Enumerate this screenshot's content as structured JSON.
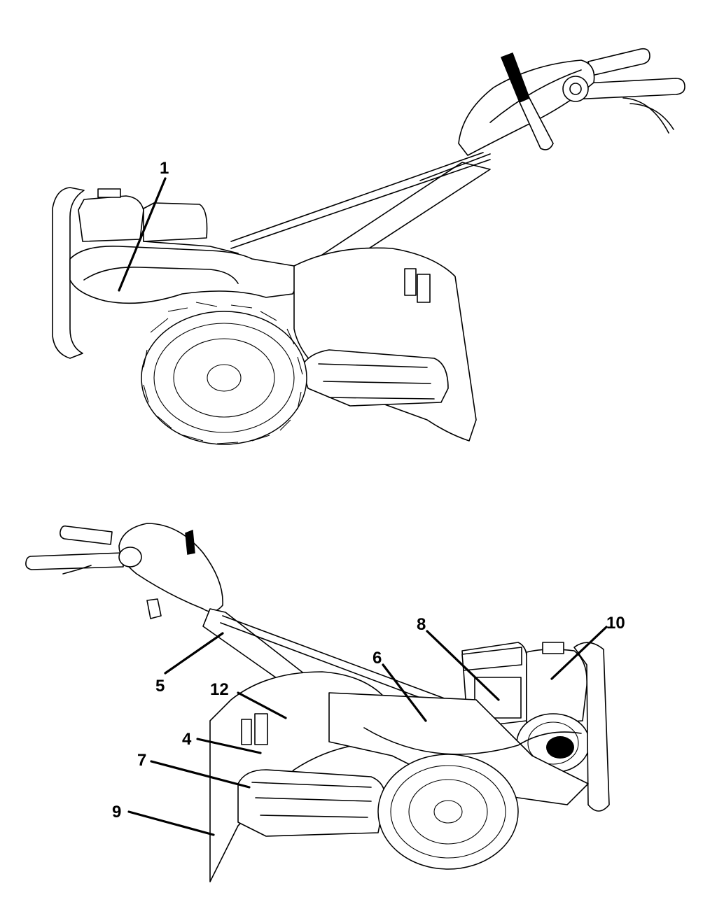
{
  "figure": {
    "top_view_labels": [
      {
        "id": "callout-1",
        "text": "1"
      }
    ],
    "bottom_view_labels": [
      {
        "id": "callout-4",
        "text": "4"
      },
      {
        "id": "callout-5",
        "text": "5"
      },
      {
        "id": "callout-6",
        "text": "6"
      },
      {
        "id": "callout-7",
        "text": "7"
      },
      {
        "id": "callout-8",
        "text": "8"
      },
      {
        "id": "callout-9",
        "text": "9"
      },
      {
        "id": "callout-10",
        "text": "10"
      },
      {
        "id": "callout-12",
        "text": "12"
      }
    ]
  }
}
